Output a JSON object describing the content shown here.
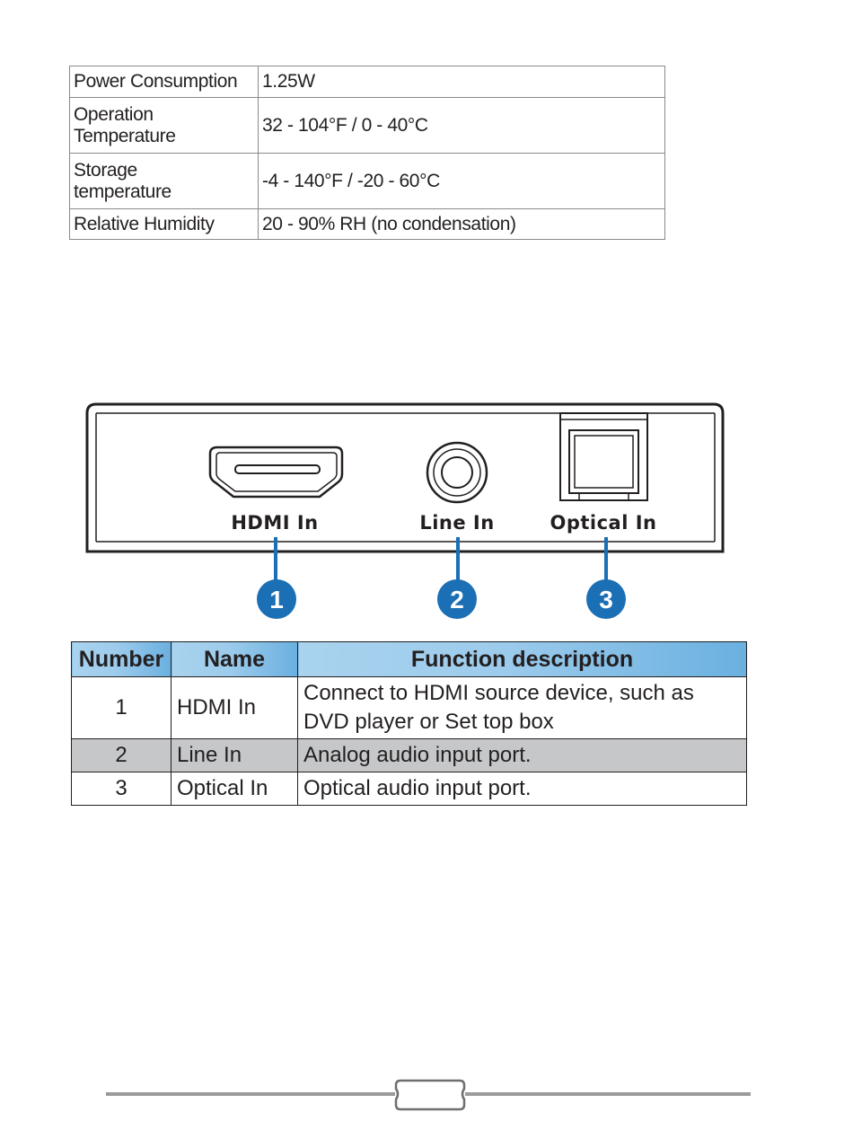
{
  "spec_table": [
    {
      "label": "Power Consumption",
      "value": "1.25W"
    },
    {
      "label": "Operation\nTemperature",
      "value": "32 - 104°F / 0 - 40°C"
    },
    {
      "label": "Storage\ntemperature",
      "value": "-4 - 140°F / -20 - 60°C"
    },
    {
      "label": "Relative Humidity",
      "value": "20 - 90% RH (no condensation)"
    }
  ],
  "device": {
    "ports": [
      {
        "label": "HDMI In",
        "number": "1"
      },
      {
        "label": "Line In",
        "number": "2"
      },
      {
        "label": "Optical In",
        "number": "3"
      }
    ],
    "accent_color": "#1a6fb5"
  },
  "function_table": {
    "headers": [
      "Number",
      "Name",
      "Function description"
    ],
    "rows": [
      {
        "number": "1",
        "name": "HDMI In",
        "description": "Connect to HDMI source device, such as DVD player or Set top box"
      },
      {
        "number": "2",
        "name": "Line In",
        "description": "Analog audio input port."
      },
      {
        "number": "3",
        "name": "Optical In",
        "description": "Optical audio input port."
      }
    ]
  }
}
